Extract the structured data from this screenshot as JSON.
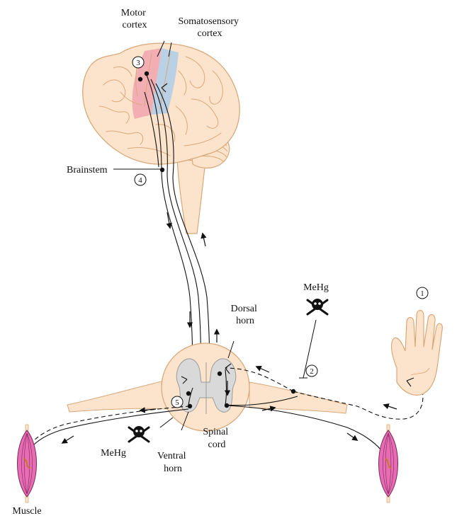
{
  "labels": {
    "motor_cortex": [
      "Motor",
      "cortex"
    ],
    "somatosensory_cortex": [
      "Somatosensory",
      "cortex"
    ],
    "brainstem": "Brainstem",
    "dorsal_horn": [
      "Dorsal",
      "horn"
    ],
    "ventral_horn": [
      "Ventral",
      "horn"
    ],
    "spinal_cord": [
      "Spinal",
      "cord"
    ],
    "muscle": "Muscle",
    "mehg_right": "MeHg",
    "mehg_left": "MeHg"
  },
  "markers": [
    "1",
    "2",
    "3",
    "4",
    "5"
  ],
  "icons": {
    "toxin": "skull-crossbones-icon",
    "hand": "hand-icon",
    "muscle": "muscle-icon"
  },
  "colors": {
    "tissue_fill": "#fce4cc",
    "tissue_stroke": "#d9a87a",
    "motor_cortex": "#f2a7b0",
    "somatosensory_cortex": "#b6cfe6",
    "muscle": "#e86cb4",
    "grey_matter": "#d9d9d9"
  }
}
